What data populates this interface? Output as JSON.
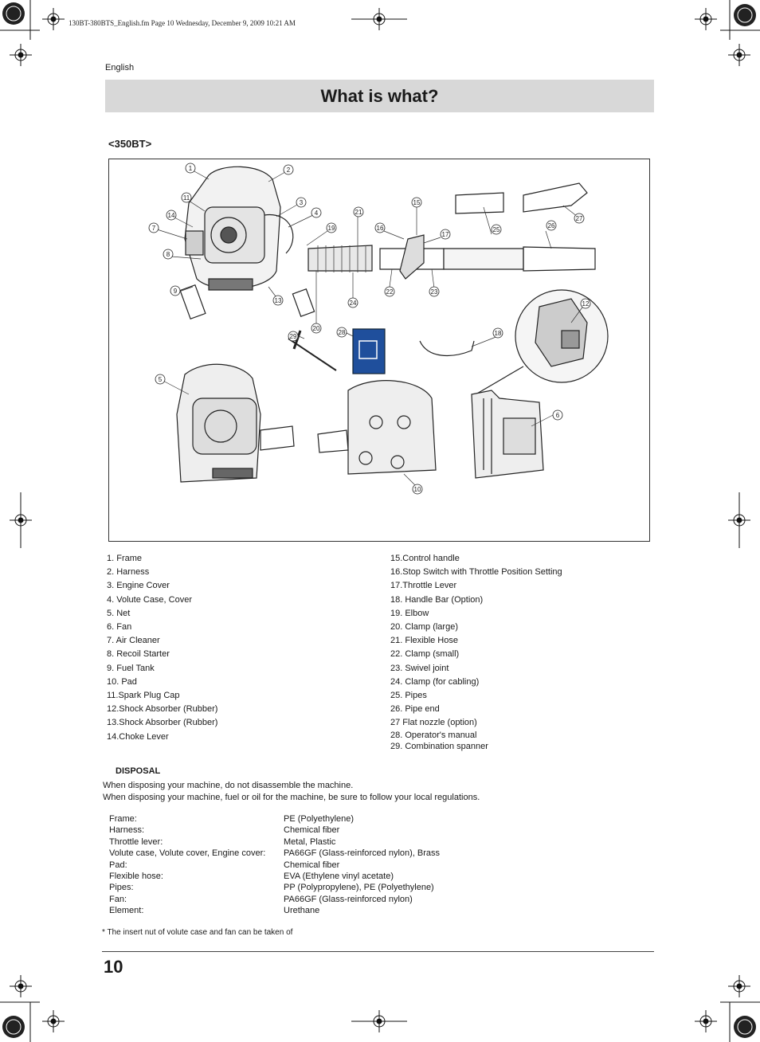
{
  "header_line": "130BT-380BTS_English.fm  Page 10  Wednesday, December 9, 2009  10:21 AM",
  "language": "English",
  "title": "What is what?",
  "model_label": "<350BT>",
  "callouts": [
    "1",
    "2",
    "3",
    "4",
    "5",
    "6",
    "7",
    "8",
    "9",
    "10",
    "11",
    "12",
    "13",
    "14",
    "15",
    "16",
    "17",
    "18",
    "19",
    "20",
    "21",
    "22",
    "23",
    "24",
    "25",
    "26",
    "27",
    "28",
    "29"
  ],
  "parts_left": [
    "1.  Frame",
    "2.  Harness",
    "3.  Engine Cover",
    "4.  Volute Case, Cover",
    "5.  Net",
    "6.  Fan",
    "7.  Air Cleaner",
    "8.  Recoil Starter",
    "9.  Fuel Tank",
    "10.   Pad",
    "11.Spark Plug Cap",
    "12.Shock Absorber (Rubber)",
    "13.Shock Absorber (Rubber)",
    "14.Choke Lever"
  ],
  "parts_right": [
    "15.Control handle",
    "16.Stop Switch with Throttle Position Setting",
    "17.Throttle Lever",
    "18.   Handle Bar (Option)",
    "19.   Elbow",
    "20.   Clamp (large)",
    "21.   Flexible Hose",
    "22.   Clamp (small)",
    "23.   Swivel joint",
    "24.   Clamp (for cabling)",
    "25.   Pipes",
    "26.   Pipe end",
    "27    Flat nozzle (option)"
  ],
  "parts_tail": [
    "28.  Operator's manual",
    "29.  Combination spanner"
  ],
  "disposal": {
    "heading": "DISPOSAL",
    "lines": [
      "When disposing your machine, do not disassemble the machine.",
      "When disposing your machine, fuel or oil for the machine, be sure to follow your local regulations."
    ]
  },
  "materials": [
    {
      "part": "Frame:",
      "material": "PE (Polyethylene)"
    },
    {
      "part": "Harness:",
      "material": "Chemical fiber"
    },
    {
      "part": "Throttle lever:",
      "material": "Metal, Plastic"
    },
    {
      "part": "Volute case, Volute cover, Engine cover:",
      "material": "PA66GF (Glass-reinforced nylon), Brass"
    },
    {
      "part": "Pad:",
      "material": "Chemical fiber"
    },
    {
      "part": "Flexible hose:",
      "material": "EVA (Ethylene vinyl acetate)"
    },
    {
      "part": "Pipes:",
      "material": "PP (Polypropylene), PE (Polyethylene)"
    },
    {
      "part": "Fan:",
      "material": "PA66GF (Glass-reinforced nylon)"
    },
    {
      "part": "Element:",
      "material": "Urethane"
    }
  ],
  "note": "* The insert nut of volute case and fan can be taken of",
  "page_number": "10",
  "colors": {
    "title_bar": "#d8d8d8",
    "manual_blue": "#1f4f9c"
  }
}
